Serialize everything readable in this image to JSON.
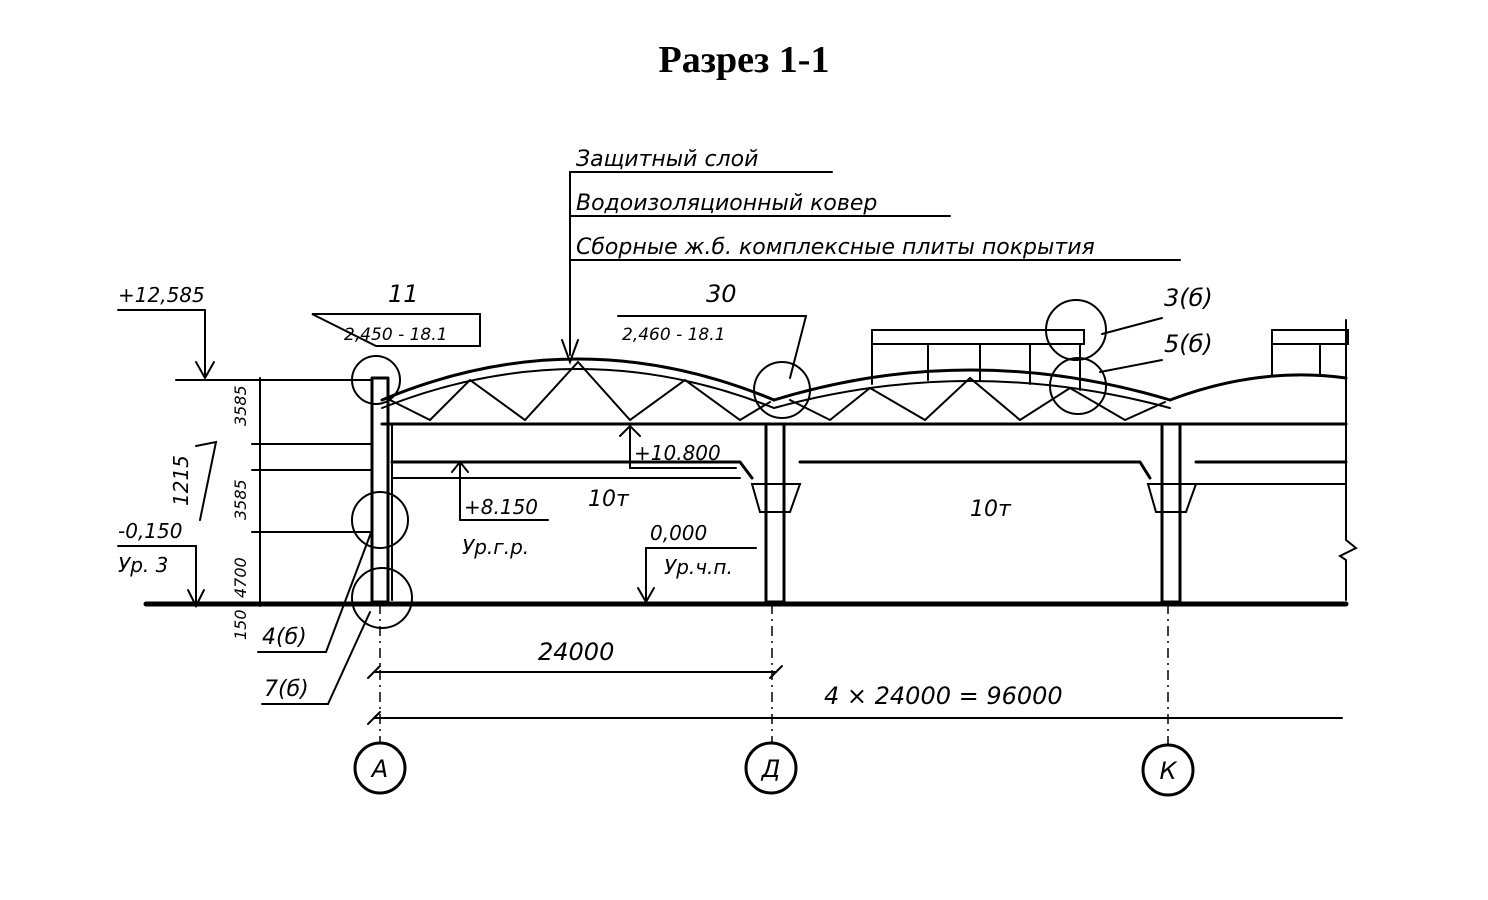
{
  "title": "Разрез 1-1",
  "layers": {
    "layer1": "Защитный слой",
    "layer2": "Водоизоляционный ковер",
    "layer3": "Сборные ж.б. комплексные плиты покрытия"
  },
  "node_refs": {
    "n11": "11",
    "n11_series": "2,450 - 18.1",
    "n30": "30",
    "n30_series": "2,460 - 18.1",
    "n3b": "3(б)",
    "n5b": "5(б)",
    "n4b": "4(б)",
    "n7b": "7(б)"
  },
  "levels": {
    "top": "+12,585",
    "truss_bottom": "+10.800",
    "crane_rail": "+8.150",
    "crane_rail_label": "Ур.г.р.",
    "ground": "-0,150",
    "ground_label": "Ур. 3",
    "floor": "0,000",
    "floor_label": "Ур.ч.п."
  },
  "dimensions": {
    "d1": "3585",
    "d2": "1215",
    "d3": "3585",
    "d4": "4700",
    "d5": "150",
    "span": "24000",
    "total": "4 × 24000 = 96000"
  },
  "crane_capacity": [
    "10т",
    "10т"
  ],
  "axes": [
    "А",
    "Д",
    "К"
  ]
}
